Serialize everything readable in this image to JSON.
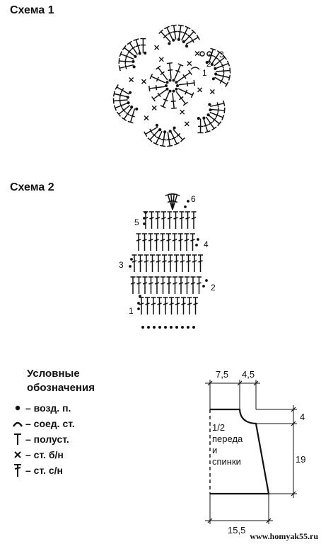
{
  "scheme1": {
    "title": "Схема 1",
    "round_labels": [
      "1",
      "2",
      "3"
    ]
  },
  "scheme2": {
    "title": "Схема 2",
    "row_labels": [
      "1",
      "2",
      "3",
      "4",
      "5",
      "6"
    ]
  },
  "legend": {
    "title_line1": "Условные",
    "title_line2": "обозначения",
    "items": [
      {
        "icon": "chain-stitch-dot-icon",
        "label": "– возд. п."
      },
      {
        "icon": "slip-stitch-arc-icon",
        "label": "– соед. ст."
      },
      {
        "icon": "half-double-crochet-icon",
        "label": "– полуст."
      },
      {
        "icon": "single-crochet-x-icon",
        "label": "– ст. б/н"
      },
      {
        "icon": "double-crochet-icon",
        "label": "– ст. с/н"
      }
    ]
  },
  "pattern": {
    "piece_label_line1": "1/2",
    "piece_label_line2": "переда",
    "piece_label_line3": "и",
    "piece_label_line4": "спинки",
    "dim_top_left": "7,5",
    "dim_top_right": "4,5",
    "dim_right_small": "4",
    "dim_right_large": "19",
    "dim_bottom": "15,5"
  },
  "watermark": "www.homyak55.ru"
}
